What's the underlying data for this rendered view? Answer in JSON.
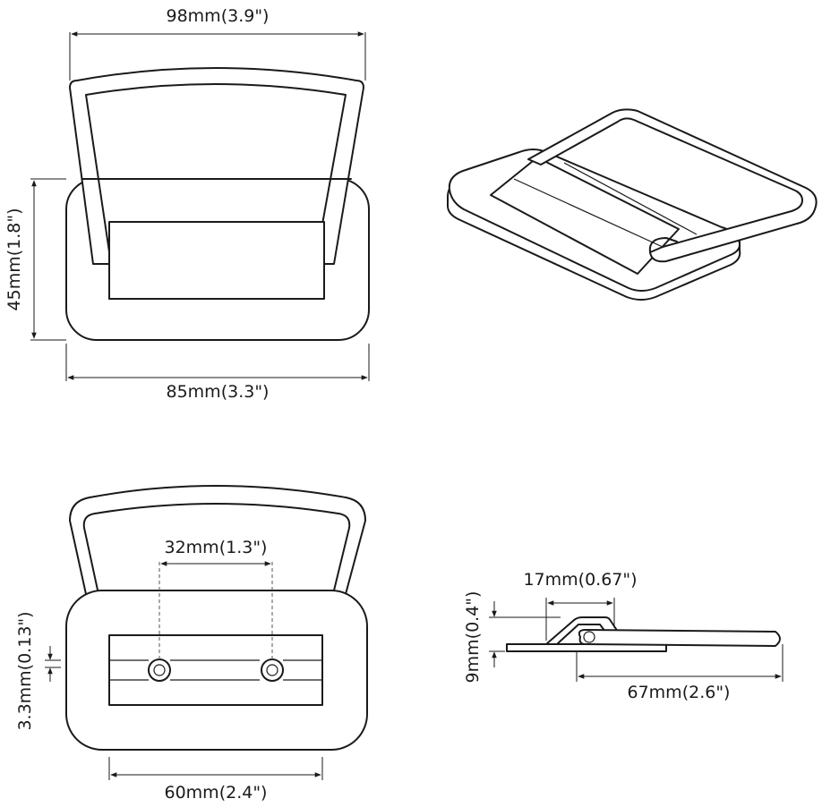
{
  "views": {
    "top": {
      "dim_top_width": "98mm(3.9\")",
      "dim_height": "45mm(1.8\")",
      "dim_base_width": "85mm(3.3\")"
    },
    "bottom": {
      "dim_hole_spacing": "32mm(1.3\")",
      "dim_thickness": "3.3mm(0.13\")",
      "dim_recess_width": "60mm(2.4\")"
    },
    "side": {
      "dim_hinge": "17mm(0.67\")",
      "dim_height": "9mm(0.4\")",
      "dim_length": "67mm(2.6\")"
    }
  }
}
